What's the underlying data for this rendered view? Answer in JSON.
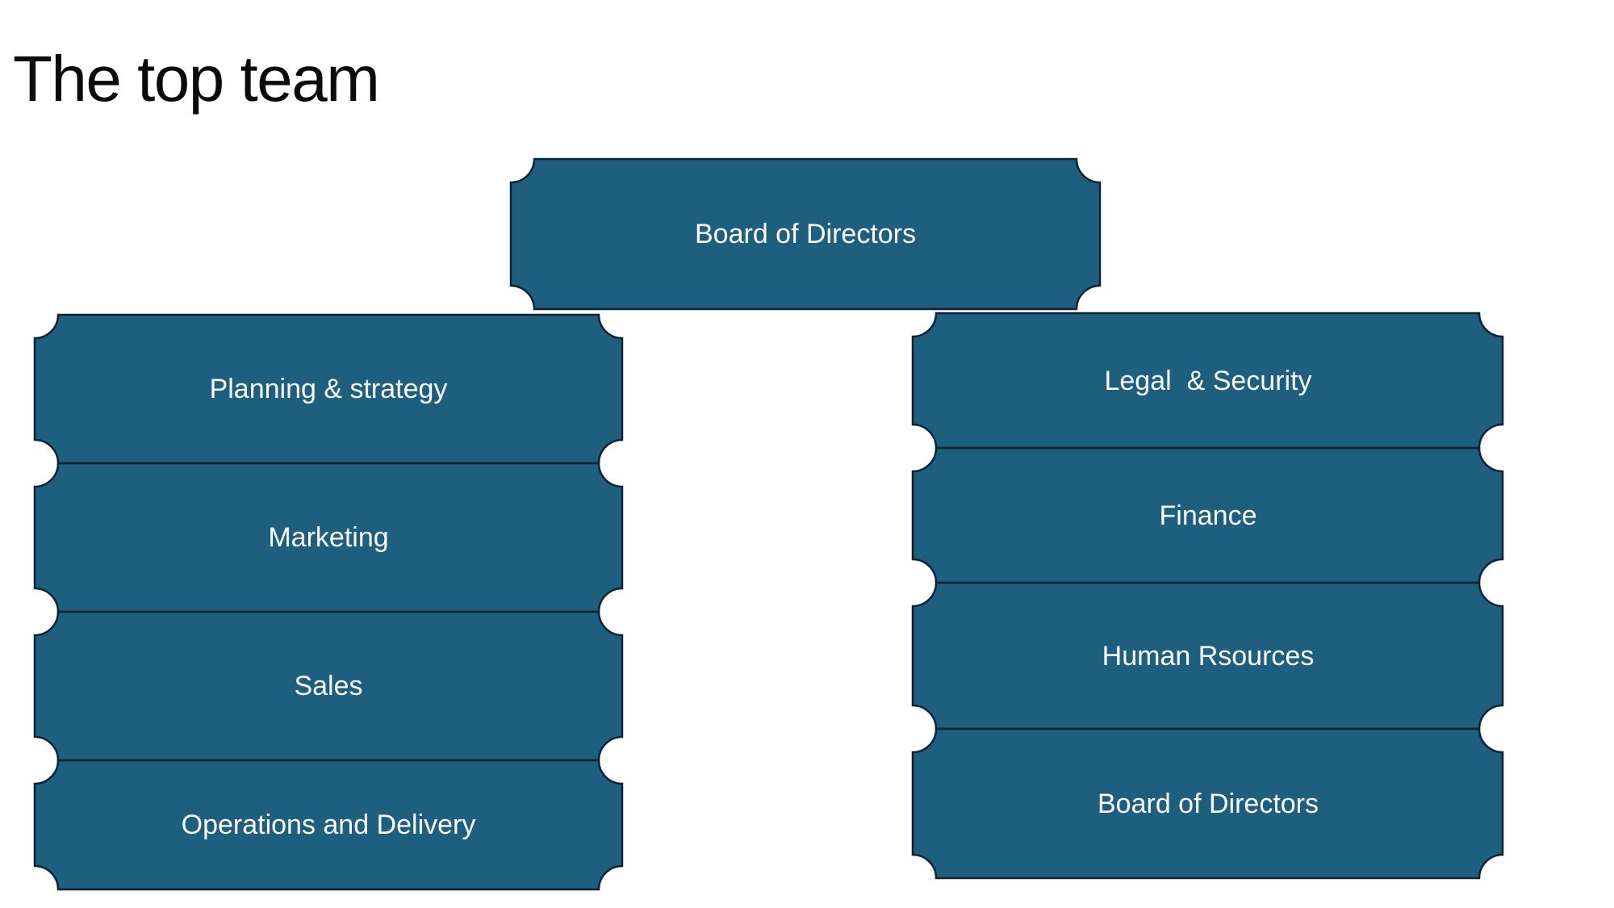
{
  "slide": {
    "title": "The top team",
    "colors": {
      "box_fill": "#1e5e7f",
      "box_border": "#0c2335",
      "box_text": "#fafbfc",
      "title_text": "#0b0b0b",
      "background": "#ffffff"
    },
    "top_box": {
      "label": "Board of Directors"
    },
    "left_column": {
      "items": [
        {
          "label": "Planning & strategy"
        },
        {
          "label": "Marketing"
        },
        {
          "label": "Sales"
        },
        {
          "label": "Operations and Delivery"
        }
      ]
    },
    "right_column": {
      "items": [
        {
          "label": "Legal  & Security"
        },
        {
          "label": "Finance"
        },
        {
          "label": "Human Rsources"
        },
        {
          "label": "Board of Directors"
        }
      ]
    }
  }
}
